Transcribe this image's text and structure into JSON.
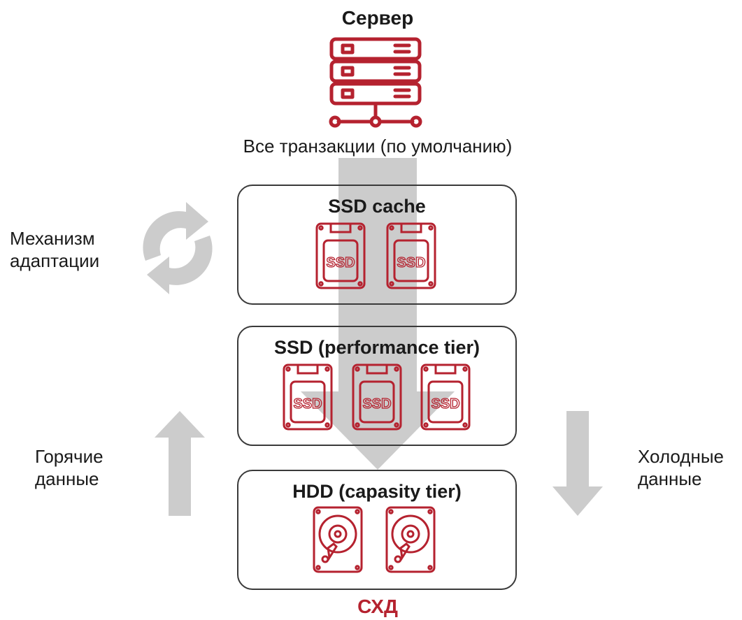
{
  "server": {
    "title": "Сервер",
    "icon": "server-icon"
  },
  "flow_label": "Все транзакции (по умолчанию)",
  "adaptation": {
    "line1": "Механизм",
    "line2": "адаптации",
    "icon": "refresh-cycle-icon"
  },
  "tiers": [
    {
      "title": "SSD cache",
      "drives": [
        "SSD",
        "SSD"
      ]
    },
    {
      "title": "SSD (performance tier)",
      "drives": [
        "SSD",
        "SSD",
        "SSD"
      ]
    },
    {
      "title": "HDD (capasity tier)",
      "drives": [
        "HDD",
        "HDD"
      ]
    }
  ],
  "hot_data": {
    "line1": "Горячие",
    "line2": "данные"
  },
  "cold_data": {
    "line1": "Холодные",
    "line2": "данные"
  },
  "storage_label": "СХД",
  "colors": {
    "accent": "#b5222f",
    "arrow": "#cccccc",
    "border": "#3a3a3a"
  }
}
